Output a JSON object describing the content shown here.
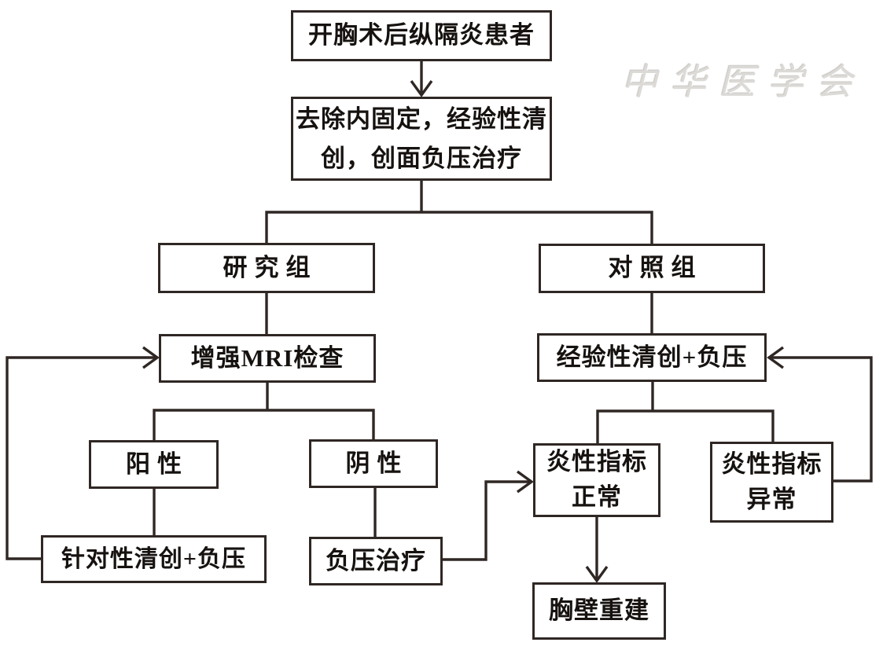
{
  "figure": {
    "type": "flowchart",
    "language": "zh-CN",
    "background": "#ffffff"
  },
  "colors": {
    "line": "#2f2724",
    "text": "#161210",
    "watermark": "#dcdad7"
  },
  "watermark": {
    "seal_icon": "cma-seal",
    "text": "中华医学会"
  },
  "flowchart": {
    "nodes": {
      "patient": {
        "label": "开胸术后纵隔炎患者"
      },
      "initial_treatment": {
        "label": "去除内固定，经验性清创，创面负压治疗",
        "lines": [
          "去除内固定，经验性清",
          "创，创面负压治疗"
        ]
      },
      "study_group": {
        "label": "研究组"
      },
      "control_group": {
        "label": "对照组"
      },
      "mri": {
        "label": "增强MRI检查"
      },
      "empirical": {
        "label": "经验性清创+负压"
      },
      "positive": {
        "label": "阳性"
      },
      "negative": {
        "label": "阴性"
      },
      "targeted": {
        "label": "针对性清创+负压"
      },
      "npwt": {
        "label": "负压治疗"
      },
      "markers_normal": {
        "label": "炎性指标正常",
        "lines": [
          "炎性指标",
          "正常"
        ]
      },
      "markers_abnormal": {
        "label": "炎性指标异常",
        "lines": [
          "炎性指标",
          "异常"
        ]
      },
      "reconstruction": {
        "label": "胸壁重建"
      }
    },
    "edges": [
      {
        "from": "patient",
        "to": "initial_treatment",
        "arrowhead": true
      },
      {
        "from": "initial_treatment",
        "to": "study_group",
        "arrowhead": false
      },
      {
        "from": "initial_treatment",
        "to": "control_group",
        "arrowhead": false
      },
      {
        "from": "study_group",
        "to": "mri",
        "arrowhead": false
      },
      {
        "from": "mri",
        "to": "positive",
        "arrowhead": false
      },
      {
        "from": "mri",
        "to": "negative",
        "arrowhead": false
      },
      {
        "from": "positive",
        "to": "targeted",
        "arrowhead": false
      },
      {
        "from": "targeted",
        "to": "mri",
        "arrowhead": true,
        "route": "left-loop"
      },
      {
        "from": "negative",
        "to": "npwt",
        "arrowhead": false
      },
      {
        "from": "npwt",
        "to": "markers_normal",
        "arrowhead": true
      },
      {
        "from": "control_group",
        "to": "empirical",
        "arrowhead": false
      },
      {
        "from": "empirical",
        "to": "markers_normal",
        "arrowhead": false
      },
      {
        "from": "empirical",
        "to": "markers_abnormal",
        "arrowhead": false
      },
      {
        "from": "markers_abnormal",
        "to": "empirical",
        "arrowhead": true,
        "route": "right-loop"
      },
      {
        "from": "markers_normal",
        "to": "reconstruction",
        "arrowhead": true
      }
    ]
  }
}
